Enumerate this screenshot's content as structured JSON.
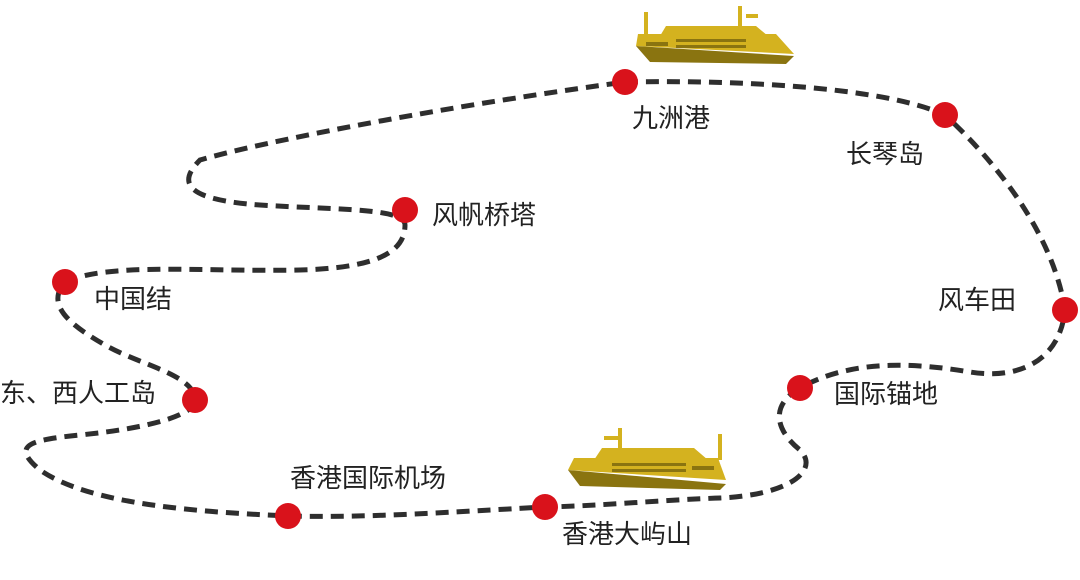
{
  "colors": {
    "route": "#2e2e2e",
    "stop": "#d9121b",
    "ship": "#d4b21f",
    "ship_dark": "#8a7410"
  },
  "stops": [
    {
      "id": "jiuzhou",
      "name": "九洲港"
    },
    {
      "id": "changqin",
      "name": "长琴岛"
    },
    {
      "id": "fengchetian",
      "name": "风车田"
    },
    {
      "id": "guojimaodi",
      "name": "国际锚地"
    },
    {
      "id": "dayushan",
      "name": "香港大屿山"
    },
    {
      "id": "airport",
      "name": "香港国际机场"
    },
    {
      "id": "artificial",
      "name": "东、西人工岛"
    },
    {
      "id": "zhongguojie",
      "name": "中国结"
    },
    {
      "id": "fengfan",
      "name": "风帆桥塔"
    }
  ],
  "ships": [
    {
      "id": "ship-top",
      "icon": "ferry-icon"
    },
    {
      "id": "ship-bottom",
      "icon": "ferry-icon"
    }
  ]
}
